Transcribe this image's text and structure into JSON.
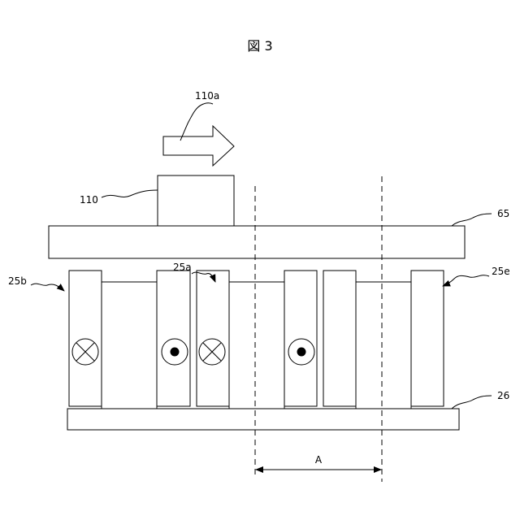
{
  "figure": {
    "title": "図 3",
    "labels": {
      "arrow": "110a",
      "block": "110",
      "plate": "65",
      "base": "26",
      "magnet_left": "25b",
      "magnet_center": "25a",
      "magnet_right": "25e",
      "dimension": "A"
    },
    "current_symbols": [
      "into-page",
      "out-of-page",
      "into-page",
      "out-of-page"
    ]
  }
}
